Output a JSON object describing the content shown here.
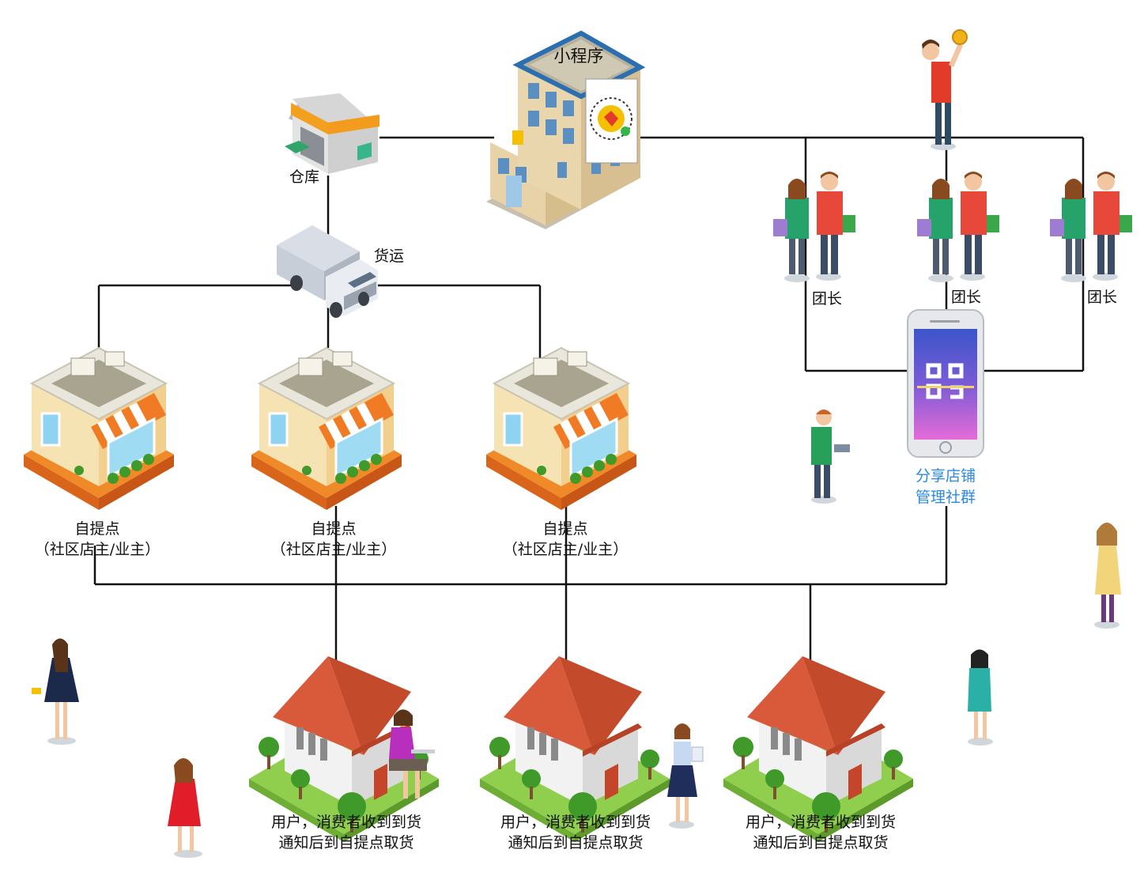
{
  "diagram": {
    "mini_program": "小程序",
    "warehouse": "仓库",
    "shipping": "货运",
    "leaders": [
      "团长",
      "团长",
      "团长"
    ],
    "phone_caption": [
      "分享店铺",
      "管理社群"
    ],
    "pickup_points": [
      {
        "line1": "自提点",
        "line2": "（社区店主/业主）"
      },
      {
        "line1": "自提点",
        "line2": "（社区店主/业主）"
      },
      {
        "line1": "自提点",
        "line2": "（社区店主/业主）"
      }
    ],
    "users": [
      {
        "line1": "用户，消费者收到到货",
        "line2": "通知后到自提点取货"
      },
      {
        "line1": "用户，消费者收到到货",
        "line2": "通知后到自提点取货"
      },
      {
        "line1": "用户，消费者收到到货",
        "line2": "通知后到自提点取货"
      }
    ]
  }
}
